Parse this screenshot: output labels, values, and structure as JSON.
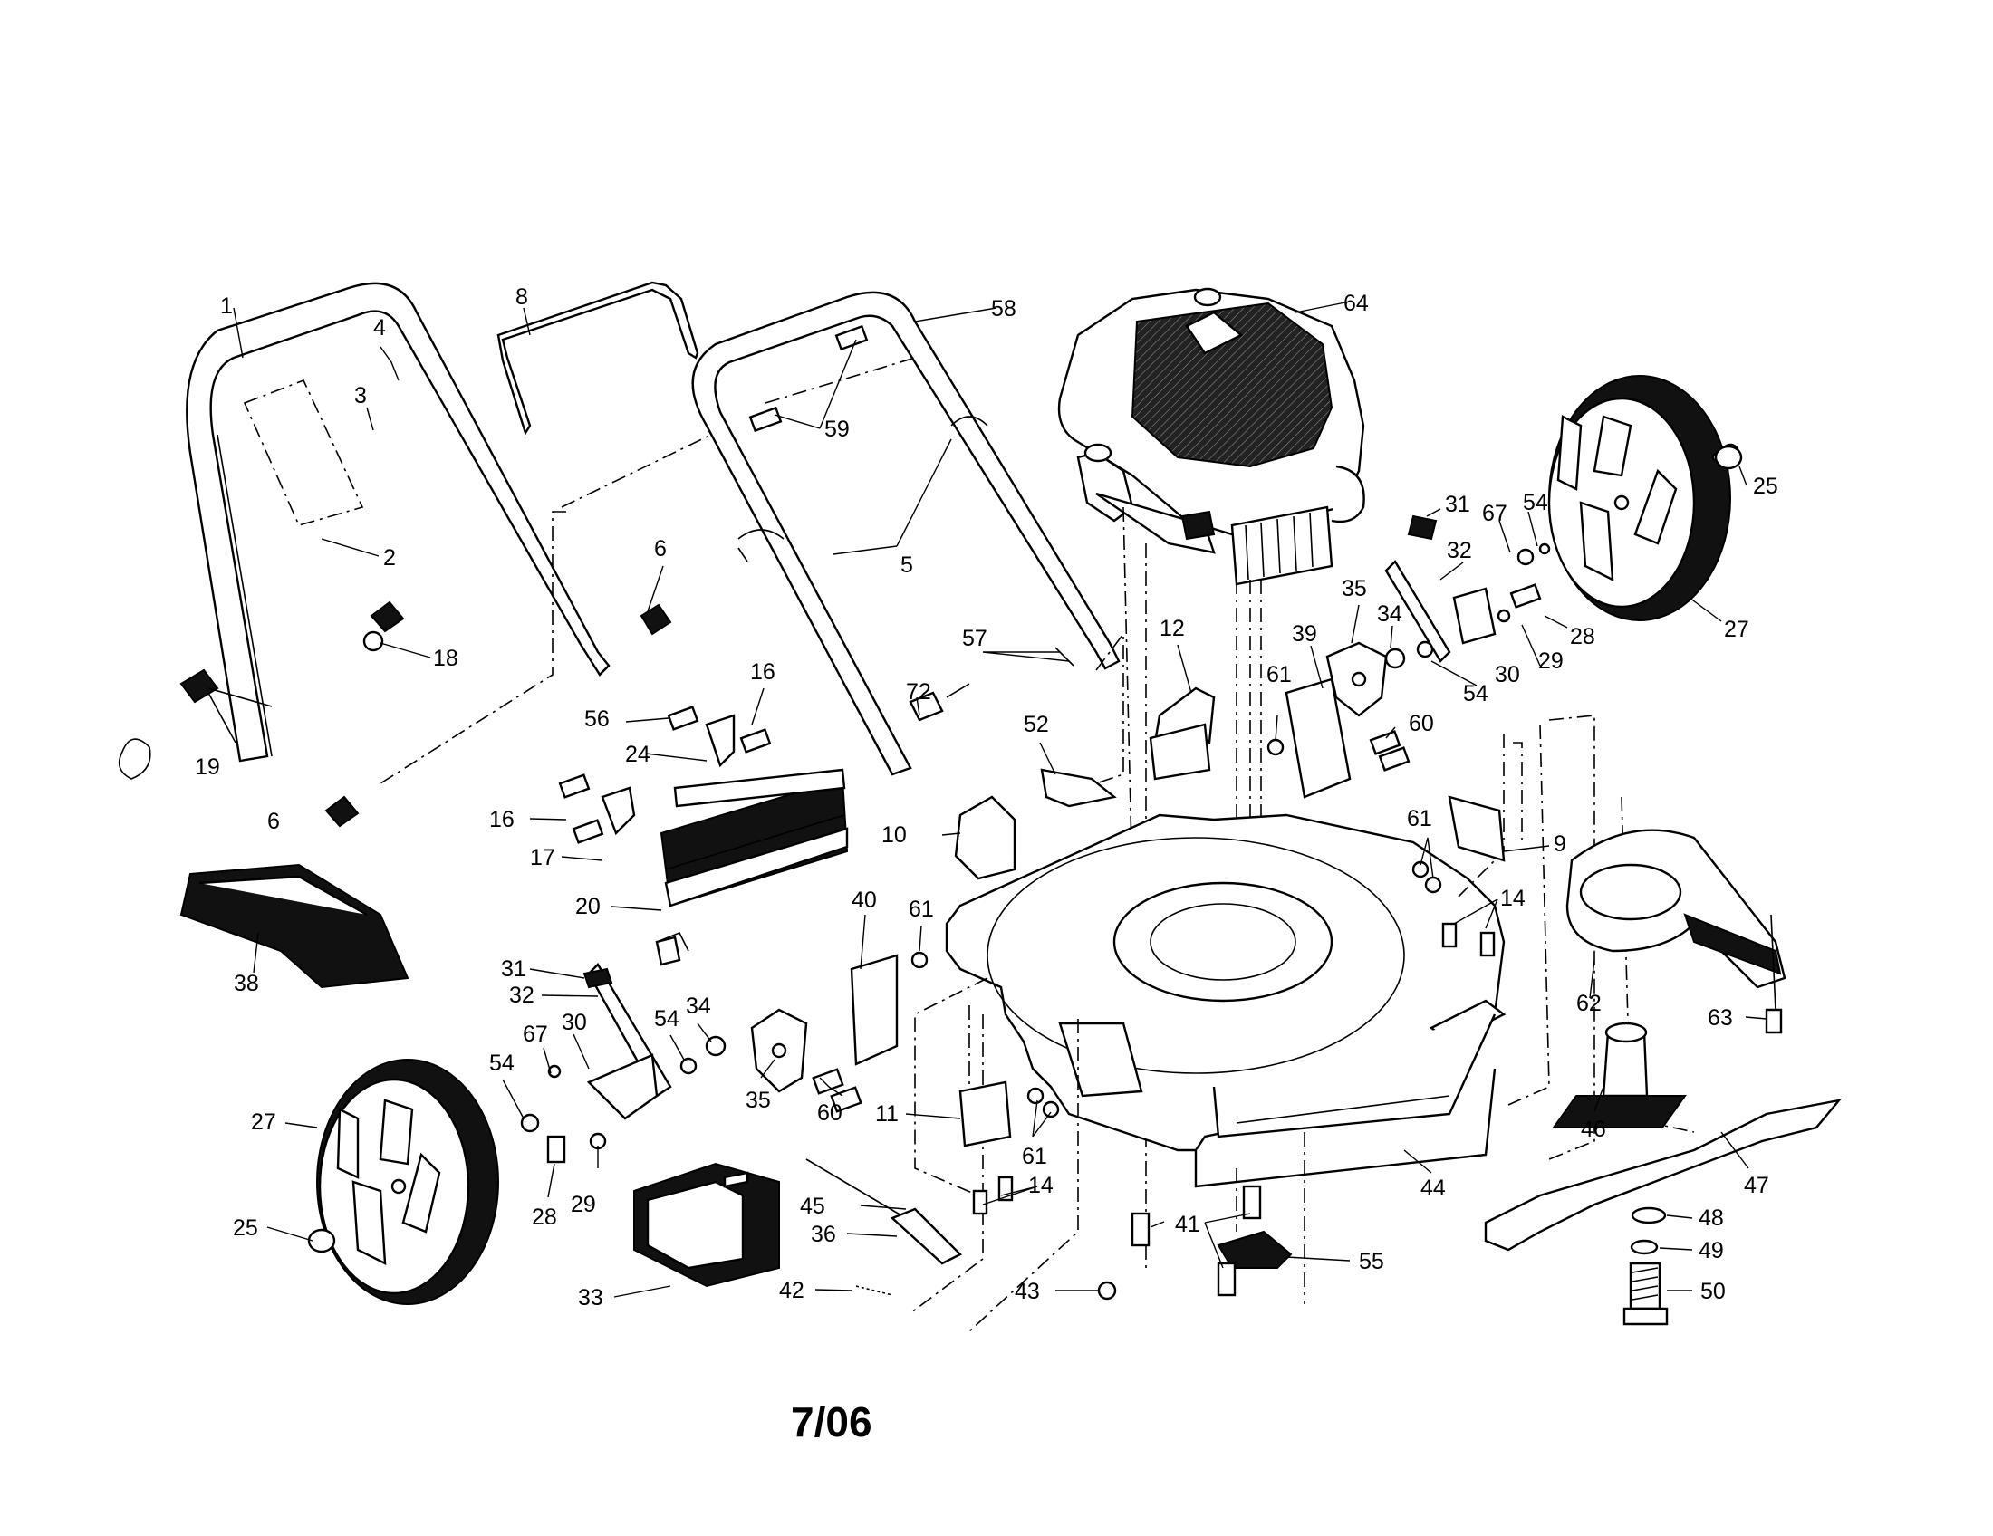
{
  "date_code": "7/06",
  "callouts": [
    {
      "id": "c1",
      "text": "1"
    },
    {
      "id": "c8",
      "text": "8"
    },
    {
      "id": "c58",
      "text": "58"
    },
    {
      "id": "c64",
      "text": "64"
    },
    {
      "id": "c4",
      "text": "4"
    },
    {
      "id": "c3",
      "text": "3"
    },
    {
      "id": "c59",
      "text": "59"
    },
    {
      "id": "c2",
      "text": "2"
    },
    {
      "id": "c5",
      "text": "5"
    },
    {
      "id": "c6a",
      "text": "6"
    },
    {
      "id": "c18",
      "text": "18"
    },
    {
      "id": "c19",
      "text": "19"
    },
    {
      "id": "c6b",
      "text": "6"
    },
    {
      "id": "c25a",
      "text": "25"
    },
    {
      "id": "c31a",
      "text": "31"
    },
    {
      "id": "c67a",
      "text": "67"
    },
    {
      "id": "c54a",
      "text": "54"
    },
    {
      "id": "c32a",
      "text": "32"
    },
    {
      "id": "c27a",
      "text": "27"
    },
    {
      "id": "c28a",
      "text": "28"
    },
    {
      "id": "c35a",
      "text": "35"
    },
    {
      "id": "c34a",
      "text": "34"
    },
    {
      "id": "c29a",
      "text": "29"
    },
    {
      "id": "c30a",
      "text": "30"
    },
    {
      "id": "c54b",
      "text": "54"
    },
    {
      "id": "c39",
      "text": "39"
    },
    {
      "id": "c12",
      "text": "12"
    },
    {
      "id": "c57",
      "text": "57"
    },
    {
      "id": "c16a",
      "text": "16"
    },
    {
      "id": "c56",
      "text": "56"
    },
    {
      "id": "c24",
      "text": "24"
    },
    {
      "id": "c72",
      "text": "72"
    },
    {
      "id": "c52",
      "text": "52"
    },
    {
      "id": "c61a",
      "text": "61"
    },
    {
      "id": "c60a",
      "text": "60"
    },
    {
      "id": "c16b",
      "text": "16"
    },
    {
      "id": "c17",
      "text": "17"
    },
    {
      "id": "c10",
      "text": "10"
    },
    {
      "id": "c9",
      "text": "9"
    },
    {
      "id": "c61b",
      "text": "61"
    },
    {
      "id": "c14a",
      "text": "14"
    },
    {
      "id": "c20",
      "text": "20"
    },
    {
      "id": "c38",
      "text": "38"
    },
    {
      "id": "c40",
      "text": "40"
    },
    {
      "id": "c61c",
      "text": "61"
    },
    {
      "id": "c31b",
      "text": "31"
    },
    {
      "id": "c32b",
      "text": "32"
    },
    {
      "id": "c30b",
      "text": "30"
    },
    {
      "id": "c34b",
      "text": "34"
    },
    {
      "id": "c54c",
      "text": "54"
    },
    {
      "id": "c67b",
      "text": "67"
    },
    {
      "id": "c54d",
      "text": "54"
    },
    {
      "id": "c62",
      "text": "62"
    },
    {
      "id": "c63",
      "text": "63"
    },
    {
      "id": "c27b",
      "text": "27"
    },
    {
      "id": "c35b",
      "text": "35"
    },
    {
      "id": "c60b",
      "text": "60"
    },
    {
      "id": "c11",
      "text": "11"
    },
    {
      "id": "c61d",
      "text": "61"
    },
    {
      "id": "c46",
      "text": "46"
    },
    {
      "id": "c47",
      "text": "47"
    },
    {
      "id": "c44",
      "text": "44"
    },
    {
      "id": "c14b",
      "text": "14"
    },
    {
      "id": "c28b",
      "text": "28"
    },
    {
      "id": "c29b",
      "text": "29"
    },
    {
      "id": "c45",
      "text": "45"
    },
    {
      "id": "c36",
      "text": "36"
    },
    {
      "id": "c41",
      "text": "41"
    },
    {
      "id": "c25b",
      "text": "25"
    },
    {
      "id": "c55",
      "text": "55"
    },
    {
      "id": "c48",
      "text": "48"
    },
    {
      "id": "c49",
      "text": "49"
    },
    {
      "id": "c42",
      "text": "42"
    },
    {
      "id": "c43",
      "text": "43"
    },
    {
      "id": "c33",
      "text": "33"
    },
    {
      "id": "c50",
      "text": "50"
    }
  ]
}
